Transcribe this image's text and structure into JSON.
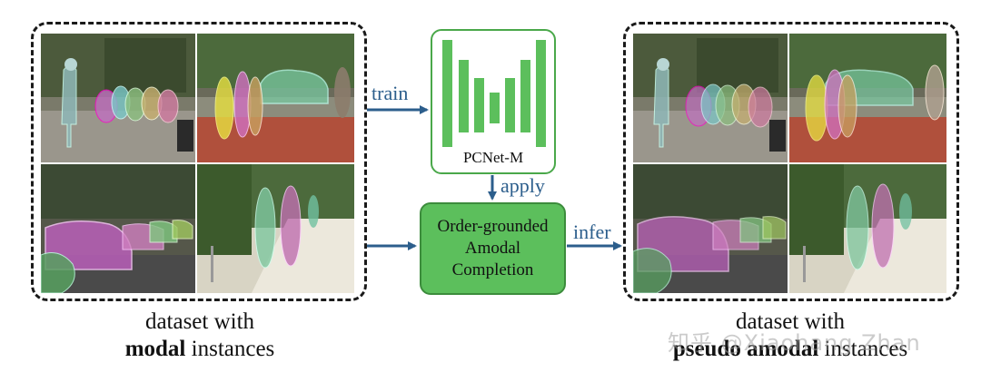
{
  "left_panel": {
    "caption_line1": "dataset with",
    "caption_bold": "modal",
    "caption_rest": " instances"
  },
  "right_panel": {
    "caption_line1": "dataset with",
    "caption_bold": "pseudo amodal",
    "caption_rest": " instances"
  },
  "center": {
    "pcnet_label": "PCNet-M",
    "ogac_label": "Order-grounded\nAmodal\nCompletion",
    "bar_color": "#5cbf5c"
  },
  "arrows": {
    "train": "train",
    "apply": "apply",
    "infer": "infer",
    "color": "#2c5e8c"
  },
  "watermark": "知乎 @Xiaohang Zhan"
}
